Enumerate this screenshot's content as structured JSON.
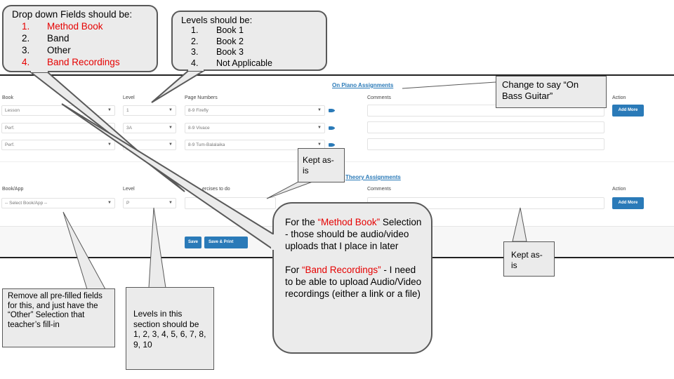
{
  "piano_section": {
    "title": "On Piano Assignments",
    "headers": {
      "book": "Book",
      "level": "Level",
      "pages": "Page Numbers",
      "comments": "Comments",
      "action": "Action"
    },
    "rows": [
      {
        "book": "Lesson",
        "level": "1",
        "pages": "8-9 Firefly"
      },
      {
        "book": "Perf.",
        "level": "3A",
        "pages": "8-9 Vivace"
      },
      {
        "book": "Perf.",
        "level": "",
        "pages": "8-9 Tum-Balalaika"
      }
    ],
    "add_more": "Add More"
  },
  "theory_section": {
    "title_visible": "Theory Assignments",
    "headers": {
      "book": "Book/App",
      "level": "Level",
      "exercises": "ercises to do",
      "comments": "Comments",
      "action": "Action"
    },
    "row": {
      "book": "-- Select Book/App --",
      "level": "P"
    },
    "add_more": "Add More"
  },
  "footer": {
    "save": "Save",
    "save_print": "Save & Print"
  },
  "notes": {
    "dropdown": {
      "title": "Drop down Fields should be:",
      "items": [
        {
          "n": "1.",
          "text": "Method Book",
          "color": "#e60000"
        },
        {
          "n": "2.",
          "text": "Band",
          "color": "#000000"
        },
        {
          "n": "3.",
          "text": "Other",
          "color": "#000000"
        },
        {
          "n": "4.",
          "text": "Band Recordings",
          "color": "#e60000"
        }
      ]
    },
    "levels": {
      "title": "Levels should be:",
      "items": [
        {
          "n": "1.",
          "text": "Book 1"
        },
        {
          "n": "2.",
          "text": "Book 2"
        },
        {
          "n": "3.",
          "text": "Book 3"
        },
        {
          "n": "4.",
          "text": "Not Applicable"
        }
      ]
    },
    "bass": "Change to say “On Bass Guitar”",
    "kept1": "Kept as-is",
    "kept2": "Kept as-is",
    "method": {
      "p1_pre": "For the ",
      "p1_red": "“Method Book”",
      "p1_post": " Selection - those should be audio/video uploads that I place in later",
      "p2_pre": "For ",
      "p2_red": "“Band Recordings”",
      "p2_post": " - I need to be able to upload Audio/Video recordings (either a link or a file)"
    },
    "remove": "Remove all pre-filled fields for this, and just have the “Other” Selection that teacher’s fill-in",
    "levels_section": "Levels in this section should be 1, 2, 3, 4, 5, 6, 7, 8, 9, 10"
  }
}
